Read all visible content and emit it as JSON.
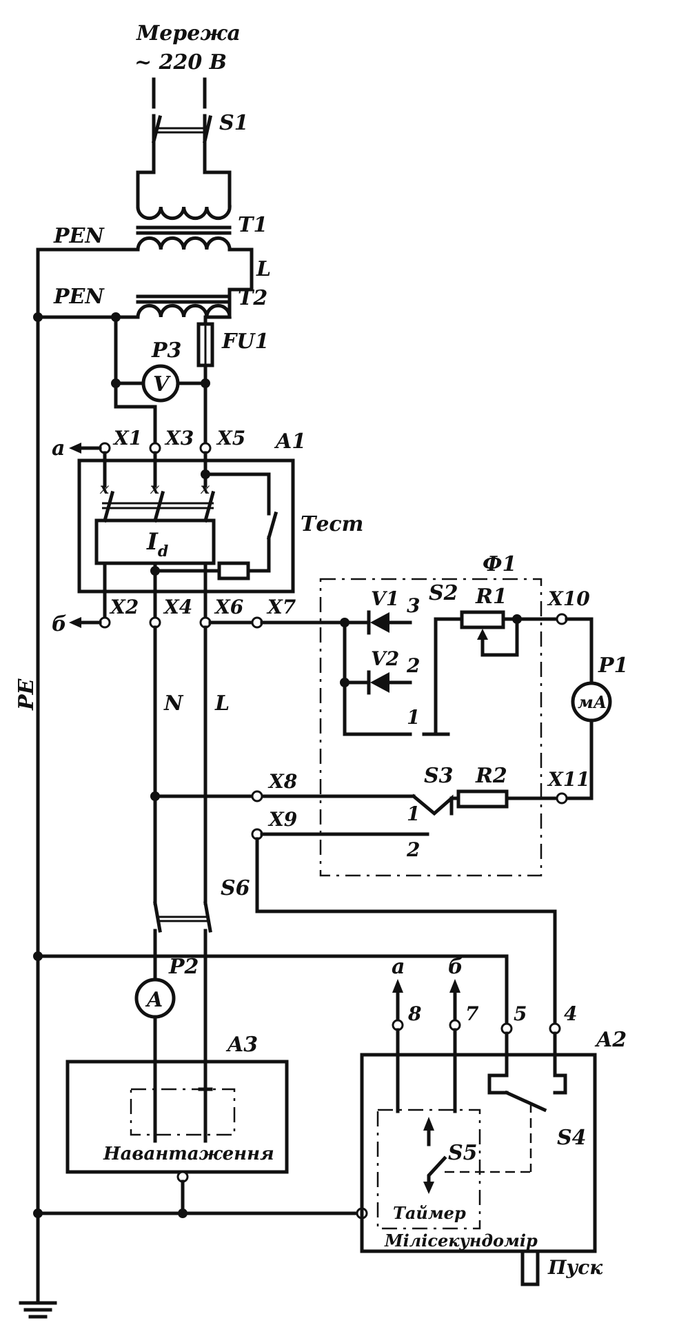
{
  "labels": {
    "network_line1": "Мережа",
    "network_line2": "~ 220 В",
    "s1": "S1",
    "t1": "T1",
    "t2": "T2",
    "pen_top": "PEN",
    "pen_bottom": "PEN",
    "l_top": "L",
    "p3": "P3",
    "v": "V",
    "fu1": "FU1",
    "x1": "X1",
    "x3": "X3",
    "x5": "X5",
    "a1": "A1",
    "a_top": "а",
    "test": "Тест",
    "id_main": "I",
    "id_sub": "d",
    "x2": "X2",
    "x4": "X4",
    "x6": "X6",
    "x7": "X7",
    "b_top": "б",
    "f1": "Ф1",
    "v1": "V1",
    "v2": "V2",
    "s2": "S2",
    "r1": "R1",
    "x10": "X10",
    "p1": "P1",
    "ma": "мА",
    "n3": "3",
    "n2": "2",
    "n1": "1",
    "pe": "PE",
    "n_line": "N",
    "l_line": "L",
    "x8": "X8",
    "s3": "S3",
    "r2": "R2",
    "x11": "X11",
    "x9": "X9",
    "s3_1": "1",
    "s3_2": "2",
    "s6": "S6",
    "p2": "P2",
    "a_amm": "A",
    "a3": "A3",
    "load": "Навантаження",
    "a_bot": "а",
    "b_bot": "б",
    "t8": "8",
    "t7": "7",
    "t5": "5",
    "t4": "4",
    "a2": "A2",
    "s4": "S4",
    "s5": "S5",
    "timer": "Таймер",
    "msec": "Мілісекундомір",
    "start": "Пуск"
  }
}
